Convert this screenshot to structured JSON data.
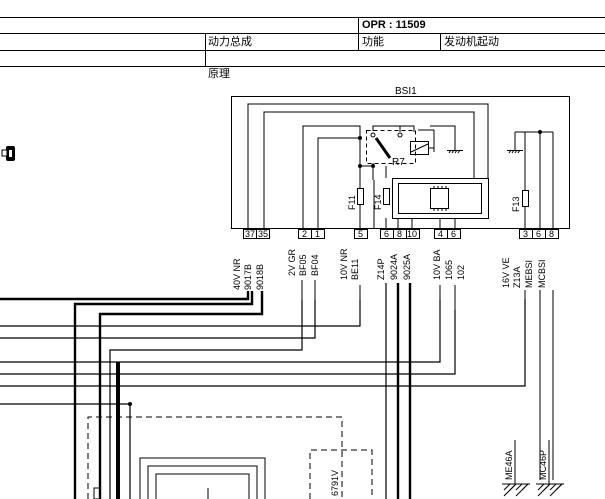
{
  "header": {
    "doc_code": "OPR : 11509",
    "system": "动力总成",
    "function_label": "功能",
    "function_value": "发动机起动",
    "section": "原理"
  },
  "bsi": {
    "title": "BSI1",
    "relay": "R7",
    "fuses": [
      "F11",
      "F14",
      "F13"
    ]
  },
  "connectors": [
    {
      "pins": [
        "37",
        "35"
      ],
      "lines": [
        "40V NR",
        "9017B",
        "9018B"
      ]
    },
    {
      "pins": [
        "2",
        "1"
      ],
      "lines": [
        "2V GR",
        "BF05",
        "BF04"
      ]
    },
    {
      "pins": [
        "5"
      ],
      "lines": [
        "10V NR",
        "BE11"
      ]
    },
    {
      "pins": [
        "6",
        "8",
        "10"
      ],
      "lines": [
        "Z14P",
        "9024A",
        "9025A"
      ]
    },
    {
      "pins": [
        "4",
        "6"
      ],
      "lines": [
        "10V BA",
        "1065",
        "102"
      ]
    },
    {
      "pins": [
        "3",
        "6",
        "8"
      ],
      "lines": [
        "16V VE",
        "Z13A",
        "MEBSI",
        "MCBSI"
      ]
    }
  ],
  "grounds": [
    "ME46A",
    "MC46P"
  ],
  "lower_label": "6791V"
}
